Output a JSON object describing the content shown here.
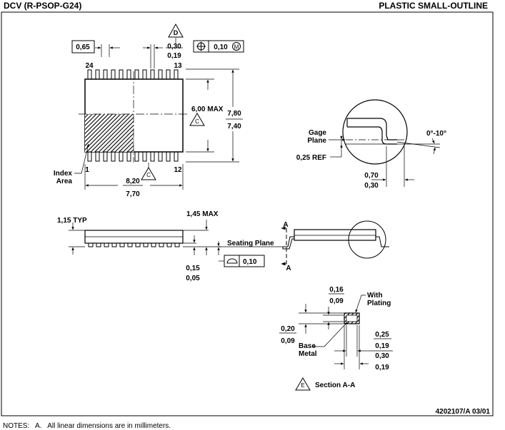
{
  "header": {
    "left_title": "DCV (R-PSOP-G24)",
    "right_title": "PLASTIC SMALL-OUTLINE"
  },
  "top_view": {
    "pitch": "0,65",
    "datum_d": "D",
    "lead_width_max": "0,30",
    "lead_width_min": "0,19",
    "tolerance_frame_value": "0,10",
    "tolerance_modifier": "M",
    "pin_24": "24",
    "pin_13": "13",
    "pin_1": "1",
    "pin_12": "12",
    "body_width_max": "6,00 MAX",
    "datum_c": "C",
    "overall_width_max": "7,80",
    "overall_width_min": "7,40",
    "length_max": "8,20",
    "length_min": "7,70",
    "index_area_label_1": "Index",
    "index_area_label_2": "Area"
  },
  "gage_detail": {
    "gage_plane_1": "Gage",
    "gage_plane_2": "Plane",
    "ref": "0,25 REF",
    "angle": "0°-10°",
    "foot_max": "0,70",
    "foot_min": "0,30"
  },
  "side_view": {
    "standoff_typ": "1,15 TYP",
    "height_max": "1,45 MAX",
    "seating_plane": "Seating Plane",
    "flatness_value": "0,10",
    "clearance_max": "0,15",
    "clearance_min": "0,05",
    "section_marker": "A"
  },
  "section_detail": {
    "lead_thick_max": "0,16",
    "lead_thick_min": "0,09",
    "with_plating_1": "With",
    "with_plating_2": "Plating",
    "total_thick_max": "0,20",
    "total_thick_min": "0,09",
    "base_metal_1": "Base",
    "base_metal_2": "Metal",
    "width_a_max": "0,25",
    "width_a_min": "0,19",
    "width_b_max": "0,30",
    "width_b_min": "0,19",
    "datum_e": "E",
    "section_label": "Section A-A"
  },
  "footer": {
    "drawing_number": "4202107/A 03/01",
    "notes": "NOTES:   A.   All linear dimensions are in millimeters."
  }
}
